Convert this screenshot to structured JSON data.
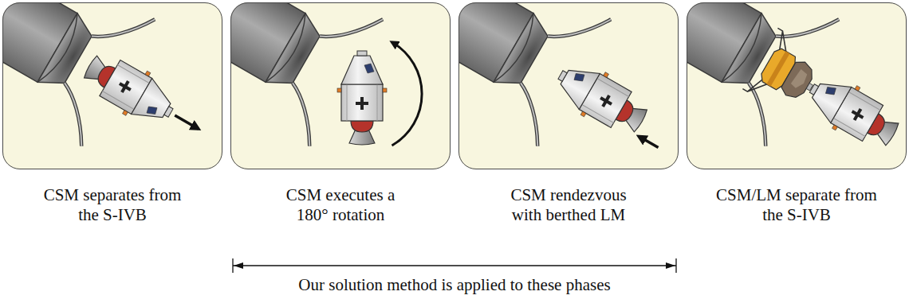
{
  "diagram": {
    "nodes": [
      {
        "text": [
          "CSM separates from the S-IVB"
        ]
      },
      {
        "text": [
          "CSM executes a 180° rotation"
        ]
      },
      {
        "text": [
          "CSM rendezvous with berthed LM"
        ]
      },
      {
        "text": [
          "CSM/LM separate from the S-IVB"
        ]
      }
    ],
    "labels": [
      "Our solution method is applied to these phases"
    ]
  }
}
